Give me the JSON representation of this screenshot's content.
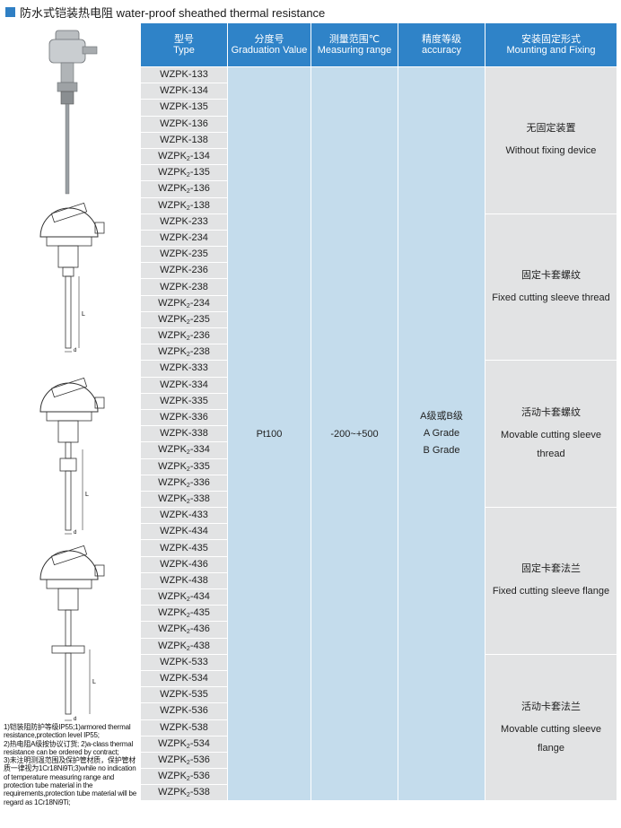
{
  "title": "防水式铠装热电阻 water-proof sheathed thermal resistance",
  "headers": [
    {
      "zh": "型号",
      "en": "Type"
    },
    {
      "zh": "分度号",
      "en": "Graduation Value"
    },
    {
      "zh": "测量范围℃",
      "en": "Measuring range"
    },
    {
      "zh": "精度等级",
      "en": "accuracy"
    },
    {
      "zh": "安装固定形式",
      "en": "Mounting and Fixing"
    }
  ],
  "graduation": "Pt100",
  "range": "-200~+500",
  "accuracy": {
    "zh": "A级或B级",
    "line1": "A Grade",
    "line2": "B Grade"
  },
  "groups": [
    {
      "mount_zh": "无固定装置",
      "mount_en": [
        "Without fixing device"
      ],
      "types": [
        [
          "WZPK-133",
          ""
        ],
        [
          "WZPK-134",
          ""
        ],
        [
          "WZPK-135",
          ""
        ],
        [
          "WZPK-136",
          ""
        ],
        [
          "WZPK-138",
          ""
        ],
        [
          "WZPK",
          "-134"
        ],
        [
          "WZPK",
          "-135"
        ],
        [
          "WZPK",
          "-136"
        ],
        [
          "WZPK",
          "-138"
        ]
      ]
    },
    {
      "mount_zh": "固定卡套螺纹",
      "mount_en": [
        "Fixed cutting sleeve thread"
      ],
      "types": [
        [
          "WZPK-233",
          ""
        ],
        [
          "WZPK-234",
          ""
        ],
        [
          "WZPK-235",
          ""
        ],
        [
          "WZPK-236",
          ""
        ],
        [
          "WZPK-238",
          ""
        ],
        [
          "WZPK",
          "-234"
        ],
        [
          "WZPK",
          "-235"
        ],
        [
          "WZPK",
          "-236"
        ],
        [
          "WZPK",
          "-238"
        ]
      ]
    },
    {
      "mount_zh": "活动卡套螺纹",
      "mount_en": [
        "Movable cutting sleeve",
        "thread"
      ],
      "types": [
        [
          "WZPK-333",
          ""
        ],
        [
          "WZPK-334",
          ""
        ],
        [
          "WZPK-335",
          ""
        ],
        [
          "WZPK-336",
          ""
        ],
        [
          "WZPK-338",
          ""
        ],
        [
          "WZPK",
          "-334"
        ],
        [
          "WZPK",
          "-335"
        ],
        [
          "WZPK",
          "-336"
        ],
        [
          "WZPK",
          "-338"
        ]
      ]
    },
    {
      "mount_zh": "固定卡套法兰",
      "mount_en": [
        "Fixed cutting sleeve flange"
      ],
      "types": [
        [
          "WZPK-433",
          ""
        ],
        [
          "WZPK-434",
          ""
        ],
        [
          "WZPK-435",
          ""
        ],
        [
          "WZPK-436",
          ""
        ],
        [
          "WZPK-438",
          ""
        ],
        [
          "WZPK",
          "-434"
        ],
        [
          "WZPK",
          "-435"
        ],
        [
          "WZPK",
          "-436"
        ],
        [
          "WZPK",
          "-438"
        ]
      ]
    },
    {
      "mount_zh": "活动卡套法兰",
      "mount_en": [
        "Movable cutting sleeve",
        "flange"
      ],
      "types": [
        [
          "WZPK-533",
          ""
        ],
        [
          "WZPK-534",
          ""
        ],
        [
          "WZPK-535",
          ""
        ],
        [
          "WZPK-536",
          ""
        ],
        [
          "WZPK-538",
          ""
        ],
        [
          "WZPK",
          "-534"
        ],
        [
          "WZPK",
          "-536"
        ],
        [
          "WZPK",
          "-536"
        ],
        [
          "WZPK",
          "-538"
        ]
      ]
    }
  ],
  "subscript": "2",
  "dim_L": "L",
  "dim_d": "d",
  "notes": [
    "1)铠装阻防护等级IP55;1)armored thermal resistance,protection level IP55;",
    "2)热电阻A级按协议订货; 2)a-class thermal resistance can be ordered by contract;",
    "3)未注明测温范围及保护管材质，保护管材质一律视为1Cr18Ni9Ti;3)while no indication of temperature measuring range and protection tube material in the requirements,protection tube material will be regard as 1Cr18Ni9Ti;"
  ],
  "colors": {
    "header": "#2f83c8",
    "type_cell": "#e2e3e4",
    "value_cell": "#c4dcec",
    "title_square": "#2f7fc4"
  }
}
